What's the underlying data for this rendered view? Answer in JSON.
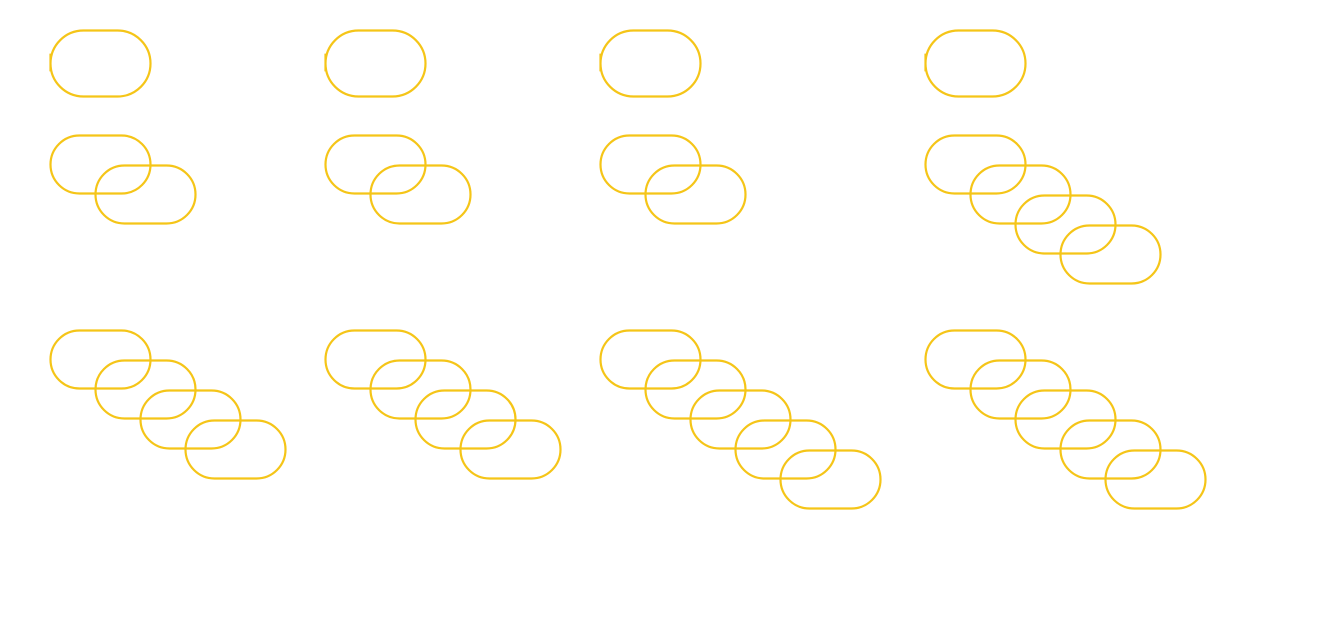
{
  "diagram": {
    "stroke_color": "#F5C518",
    "background_color": "#FFFFFF",
    "groups": [
      {
        "name": "group-row1-col1",
        "ring_count": 1,
        "first_ring_has_gap": true
      },
      {
        "name": "group-row1-col2",
        "ring_count": 1,
        "first_ring_has_gap": true
      },
      {
        "name": "group-row1-col3",
        "ring_count": 1,
        "first_ring_has_gap": true
      },
      {
        "name": "group-row1-col4",
        "ring_count": 1,
        "first_ring_has_gap": true
      },
      {
        "name": "group-row2-col1",
        "ring_count": 2,
        "first_ring_has_gap": false
      },
      {
        "name": "group-row2-col2",
        "ring_count": 2,
        "first_ring_has_gap": false
      },
      {
        "name": "group-row2-col3",
        "ring_count": 2,
        "first_ring_has_gap": false
      },
      {
        "name": "group-row2-col4",
        "ring_count": 4,
        "first_ring_has_gap": false
      },
      {
        "name": "group-row3-col1",
        "ring_count": 4,
        "first_ring_has_gap": false
      },
      {
        "name": "group-row3-col2",
        "ring_count": 4,
        "first_ring_has_gap": false
      },
      {
        "name": "group-row3-col3",
        "ring_count": 5,
        "first_ring_has_gap": false
      },
      {
        "name": "group-row3-col4",
        "ring_count": 5,
        "first_ring_has_gap": false
      }
    ]
  }
}
